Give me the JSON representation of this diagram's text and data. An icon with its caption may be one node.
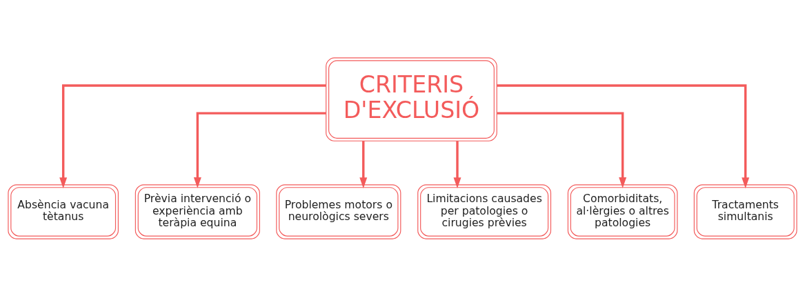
{
  "diagram": {
    "nodes": [
      {
        "text": [
          "CRITERIS D'EXCLUSIÓ"
        ]
      },
      {
        "text": [
          "Absència vacuna tètanus"
        ]
      },
      {
        "text": [
          "Prèvia intervenció o experiència amb teràpia equina"
        ]
      },
      {
        "text": [
          "Problemes motors o neurològics severs"
        ]
      },
      {
        "text": [
          "Limitacions causades per patologies o cirugies prèvies"
        ]
      },
      {
        "text": [
          "Comorbiditats, al·lèrgies o altres patologies"
        ]
      },
      {
        "text": [
          "Tractaments simultanis"
        ]
      }
    ],
    "edges": [
      {
        "from": 0,
        "to": 1,
        "arrow": "to"
      },
      {
        "from": 0,
        "to": 2,
        "arrow": "to"
      },
      {
        "from": 0,
        "to": 3,
        "arrow": "to"
      },
      {
        "from": 0,
        "to": 4,
        "arrow": "to"
      },
      {
        "from": 0,
        "to": 5,
        "arrow": "to"
      },
      {
        "from": 0,
        "to": 6,
        "arrow": "to"
      }
    ]
  }
}
